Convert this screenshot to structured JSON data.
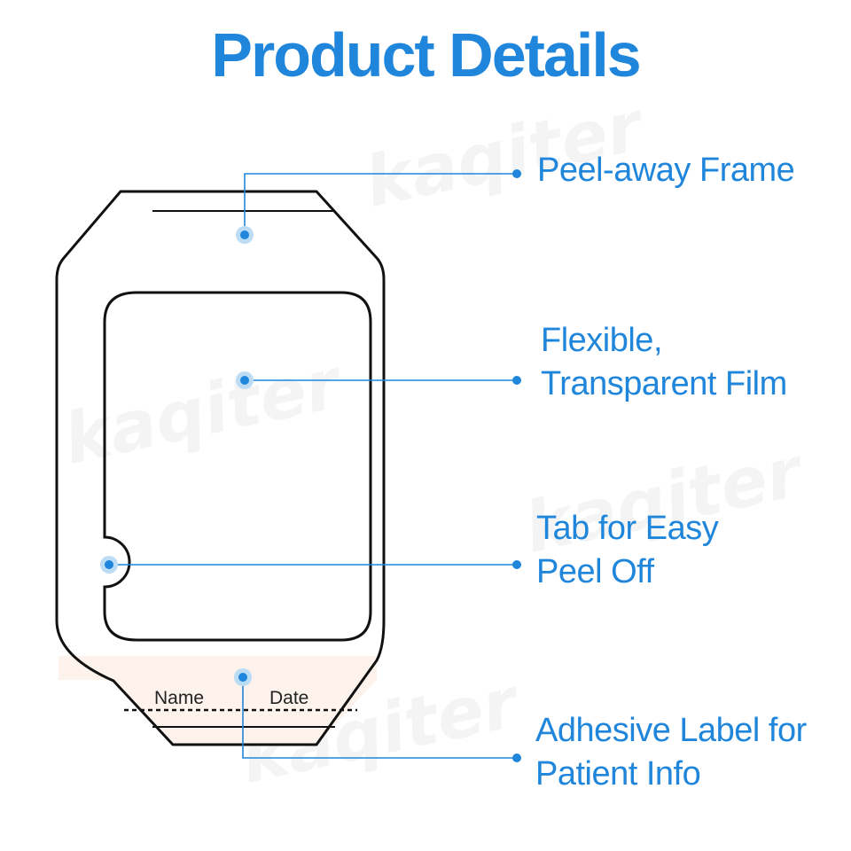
{
  "title": "Product Details",
  "watermark": "kaqiter",
  "colors": {
    "accent": "#1f86db",
    "outline": "#111111",
    "label_area": "#fdf3ec",
    "dot_halo": "#bcdcf5"
  },
  "label_area": {
    "name_field": "Name",
    "date_field": "Date"
  },
  "callouts": [
    {
      "lines": [
        "Peel-away Frame"
      ]
    },
    {
      "lines": [
        "Flexible,",
        "Transparent Film"
      ]
    },
    {
      "lines": [
        "Tab for Easy",
        "Peel Off"
      ]
    },
    {
      "lines": [
        "Adhesive Label for",
        "Patient Info"
      ]
    }
  ]
}
